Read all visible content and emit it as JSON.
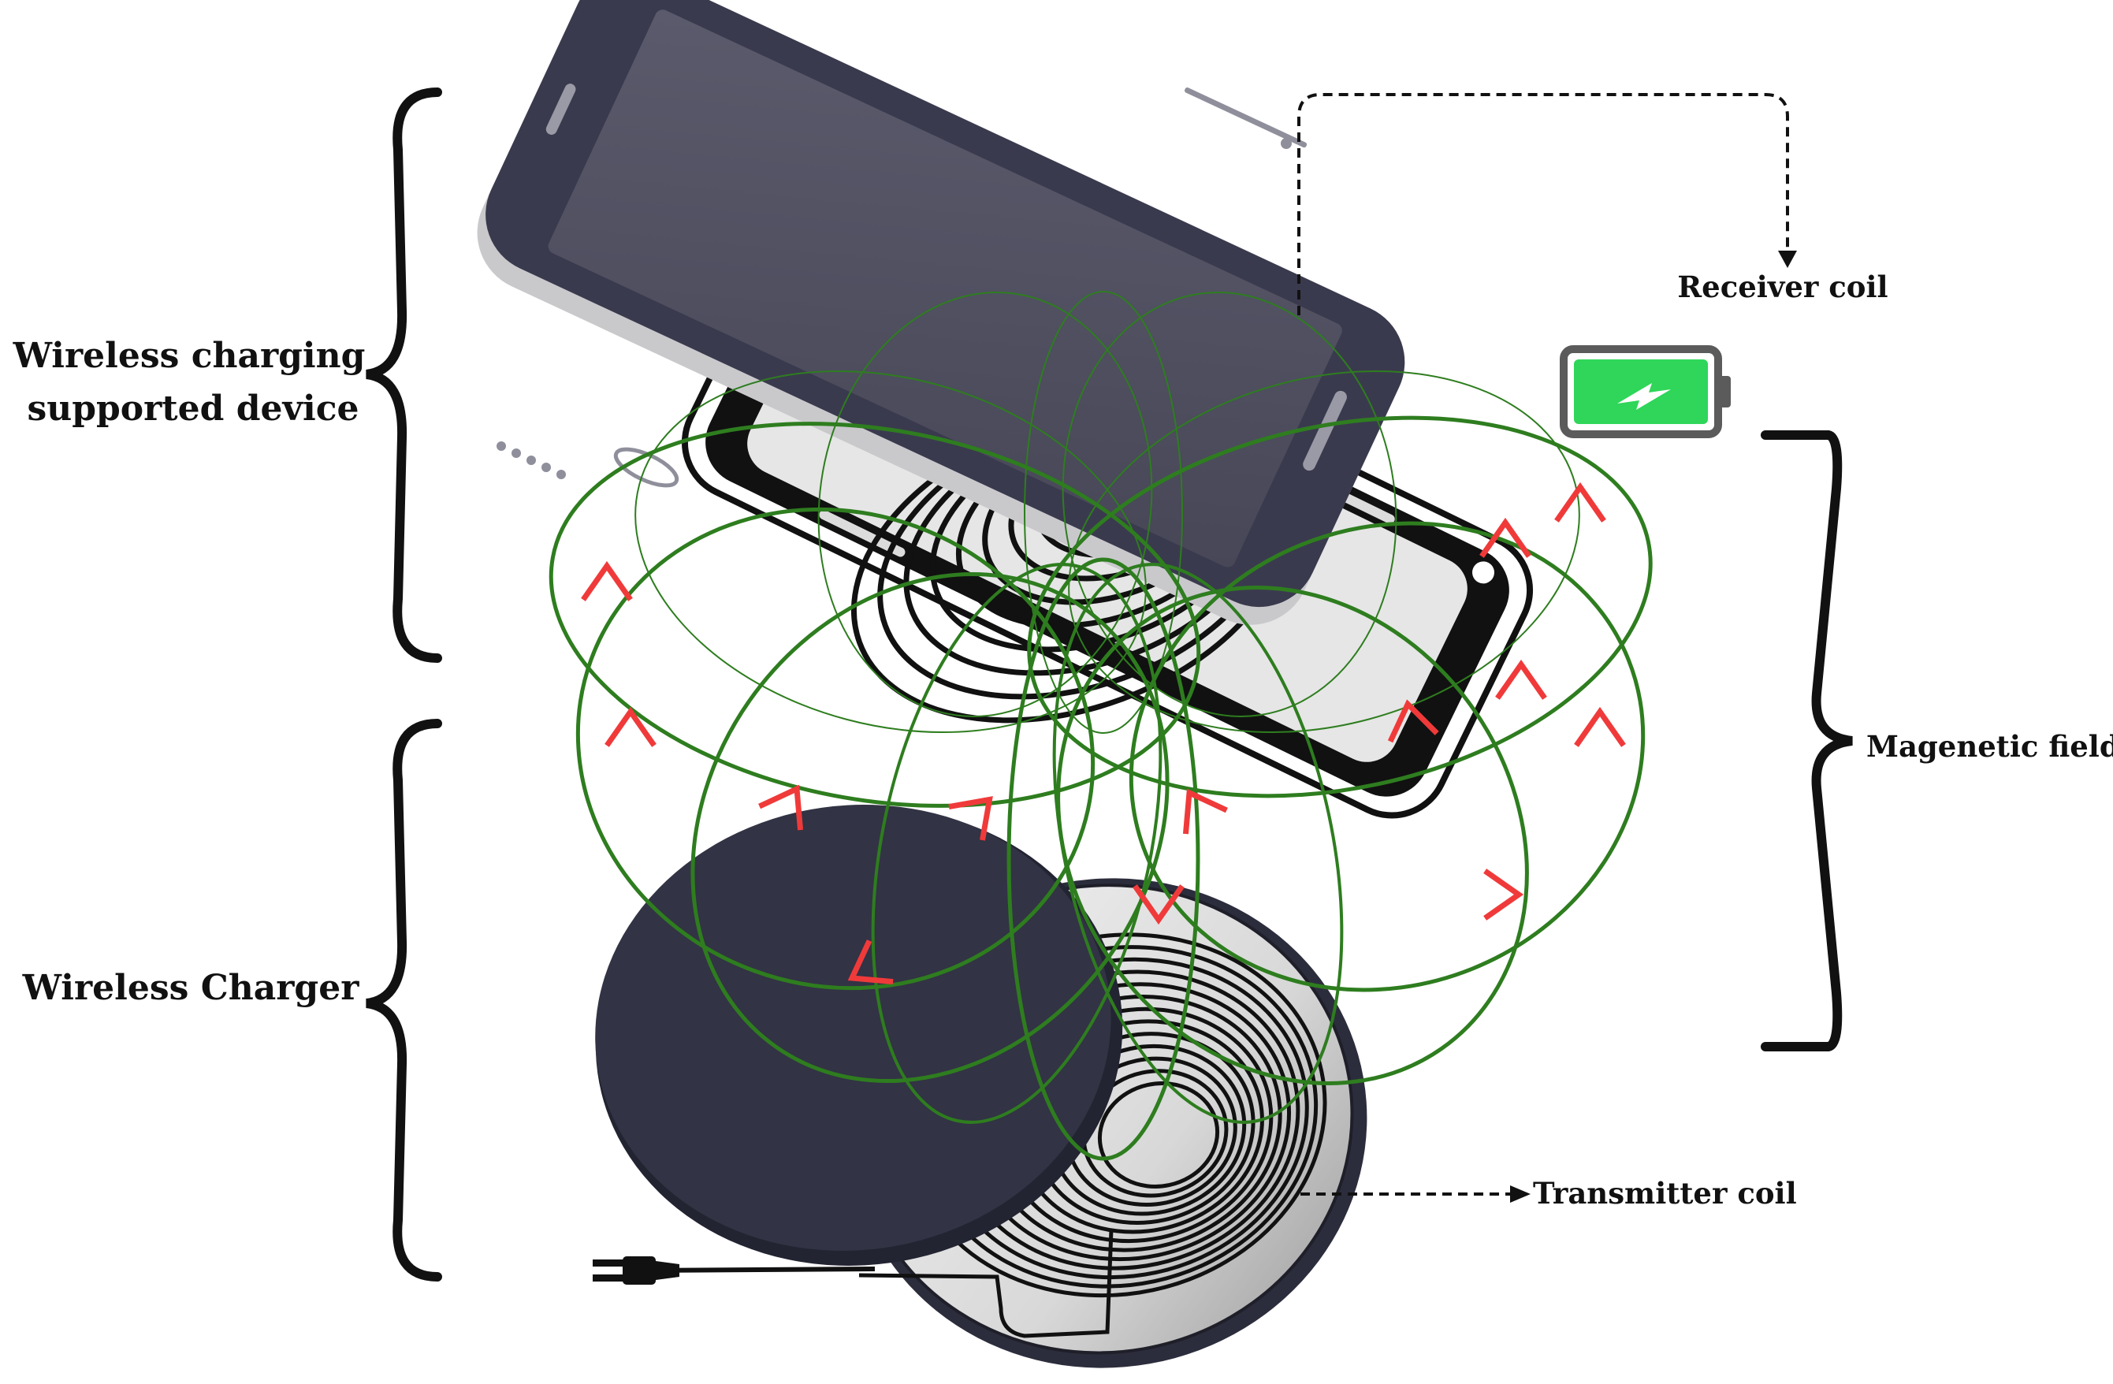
{
  "labels": {
    "device_line1": "Wireless charging",
    "device_line2": "supported device",
    "charger": "Wireless Charger",
    "receiver_coil": "Receiver coil",
    "magnetic_field": "Magenetic field",
    "transmitter_coil": "Transmitter coil"
  },
  "icons": {
    "battery": "battery-charging-icon",
    "plug": "power-plug-icon"
  },
  "colors": {
    "field_line": "#2e7d1f",
    "arrow": "#f03a3a",
    "battery_fill": "#2fd659",
    "phone_body": "#3b3b4f",
    "charger_body": "#2f3040",
    "coil": "#111111"
  }
}
